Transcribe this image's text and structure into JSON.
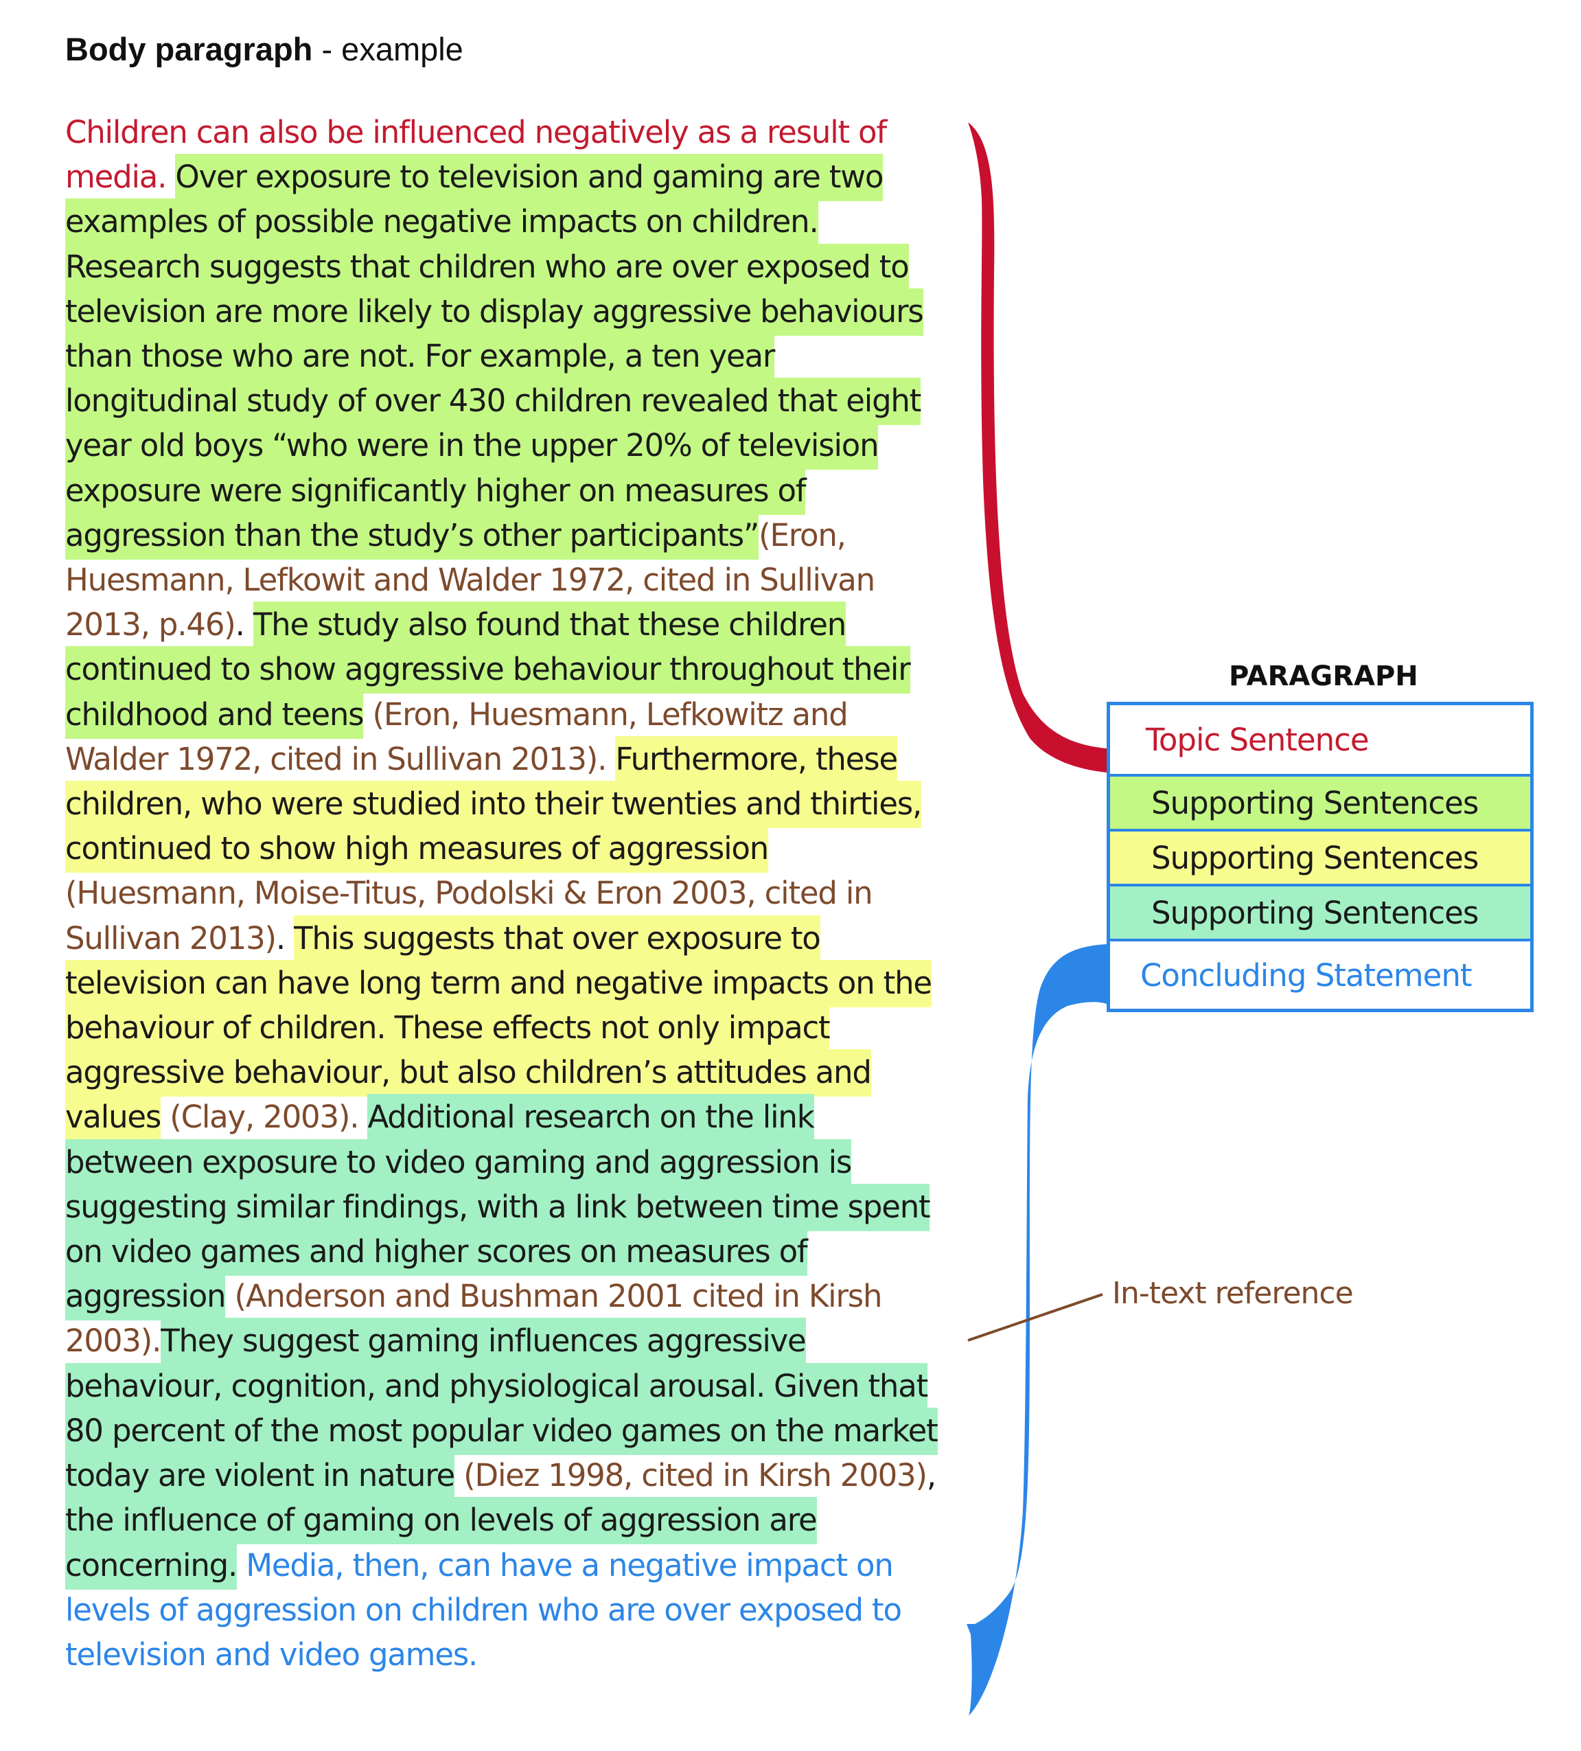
{
  "heading": {
    "bold": "Body paragraph",
    "rest": " - example"
  },
  "paragraph": {
    "topic": "Children can also be influenced negatively as a result of media.",
    "s1": "Over exposure to television and gaming are two examples of possible negative impacts on children. Research suggests that children who are over exposed to television are more likely to display aggressive behaviours than those who are not.  For example, a ten year longitudinal study of over 430 children revealed that eight year old boys “who were in the upper 20% of television exposure were significantly higher on measures of aggression than the study’s other participants”",
    "r1": "(Eron, Huesmann, Lefkowit and Walder 1972, cited in Sullivan 2013, p.46)",
    "s2": "The study also found that these children continued to show aggressive behaviour throughout their childhood and teens",
    "r2": "(Eron, Huesmann, Lefkowitz and Walder 1972, cited in Sullivan 2013).",
    "s3": "Furthermore, these children, who were studied into their twenties and thirties, continued to show high measures of aggression",
    "r3": "(Huesmann, Moise-Titus, Podolski & Eron 2003, cited in Sullivan 2013)",
    "s4": "This suggests that over exposure to television can have long term and negative impacts on the behaviour of children.  These effects not only impact aggressive behaviour, but also children’s attitudes and values",
    "r4": "(Clay, 2003).",
    "s5": "Additional research on the link between exposure to video gaming and aggression is suggesting similar findings, with a link between time spent on video games and higher scores on measures of aggression",
    "r5": "(Anderson and Bushman 2001 cited in Kirsh 2003).",
    "s6": "They suggest gaming influences aggressive behaviour, cognition, and physiological arousal.  Given that 80 percent of the most popular video games on the market today are violent in nature",
    "r6": "(Diez 1998, cited in Kirsh 2003)",
    "s7": "the influence of gaming on levels of aggression are concerning.",
    "conclusion": "Media, then, can have a negative impact on levels of aggression on children who are over exposed to television and video games."
  },
  "legend": {
    "title": "PARAGRAPH",
    "topic": "Topic Sentence",
    "supporting_1": "Supporting Sentences",
    "supporting_2": "Supporting Sentences",
    "supporting_3": "Supporting Sentences",
    "concluding": "Concluding Statement"
  },
  "annotation": {
    "in_text_reference": "In-text reference"
  },
  "colors": {
    "topic": "#c41a2f",
    "supporting_green": "#c3f885",
    "supporting_yellow": "#f7fc8f",
    "supporting_teal": "#a3f0c4",
    "reference": "#7d4a2c",
    "concluding": "#2b86e8"
  }
}
